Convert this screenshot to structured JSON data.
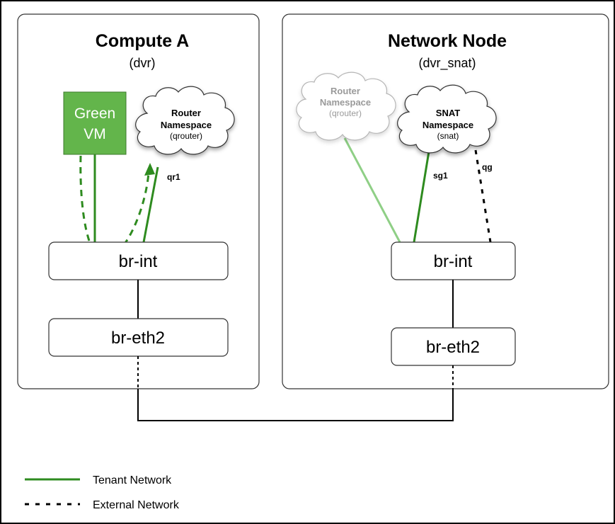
{
  "compute": {
    "title": "Compute A",
    "subtitle": "(dvr)",
    "vm": {
      "line1": "Green",
      "line2": "VM"
    },
    "router": {
      "line1": "Router",
      "line2": "Namespace",
      "line3": "(qrouter)"
    },
    "port_label": "qr1",
    "br_int": "br-int",
    "br_eth": "br-eth2"
  },
  "network": {
    "title": "Network Node",
    "subtitle": "(dvr_snat)",
    "router": {
      "line1": "Router",
      "line2": "Namespace",
      "line3": "(qrouter)"
    },
    "snat": {
      "line1": "SNAT",
      "line2": "Namespace",
      "line3": "(snat)"
    },
    "port_sg": "sg1",
    "port_qg": "qg",
    "br_int": "br-int",
    "br_eth": "br-eth2"
  },
  "legend": {
    "tenant": "Tenant Network",
    "external": "External Network"
  },
  "colors": {
    "tenant_line": "#2e8b1f",
    "tenant_line_faded": "#8fcf86",
    "vm_fill": "#63b54b",
    "faded_text": "#9a9a9a"
  }
}
